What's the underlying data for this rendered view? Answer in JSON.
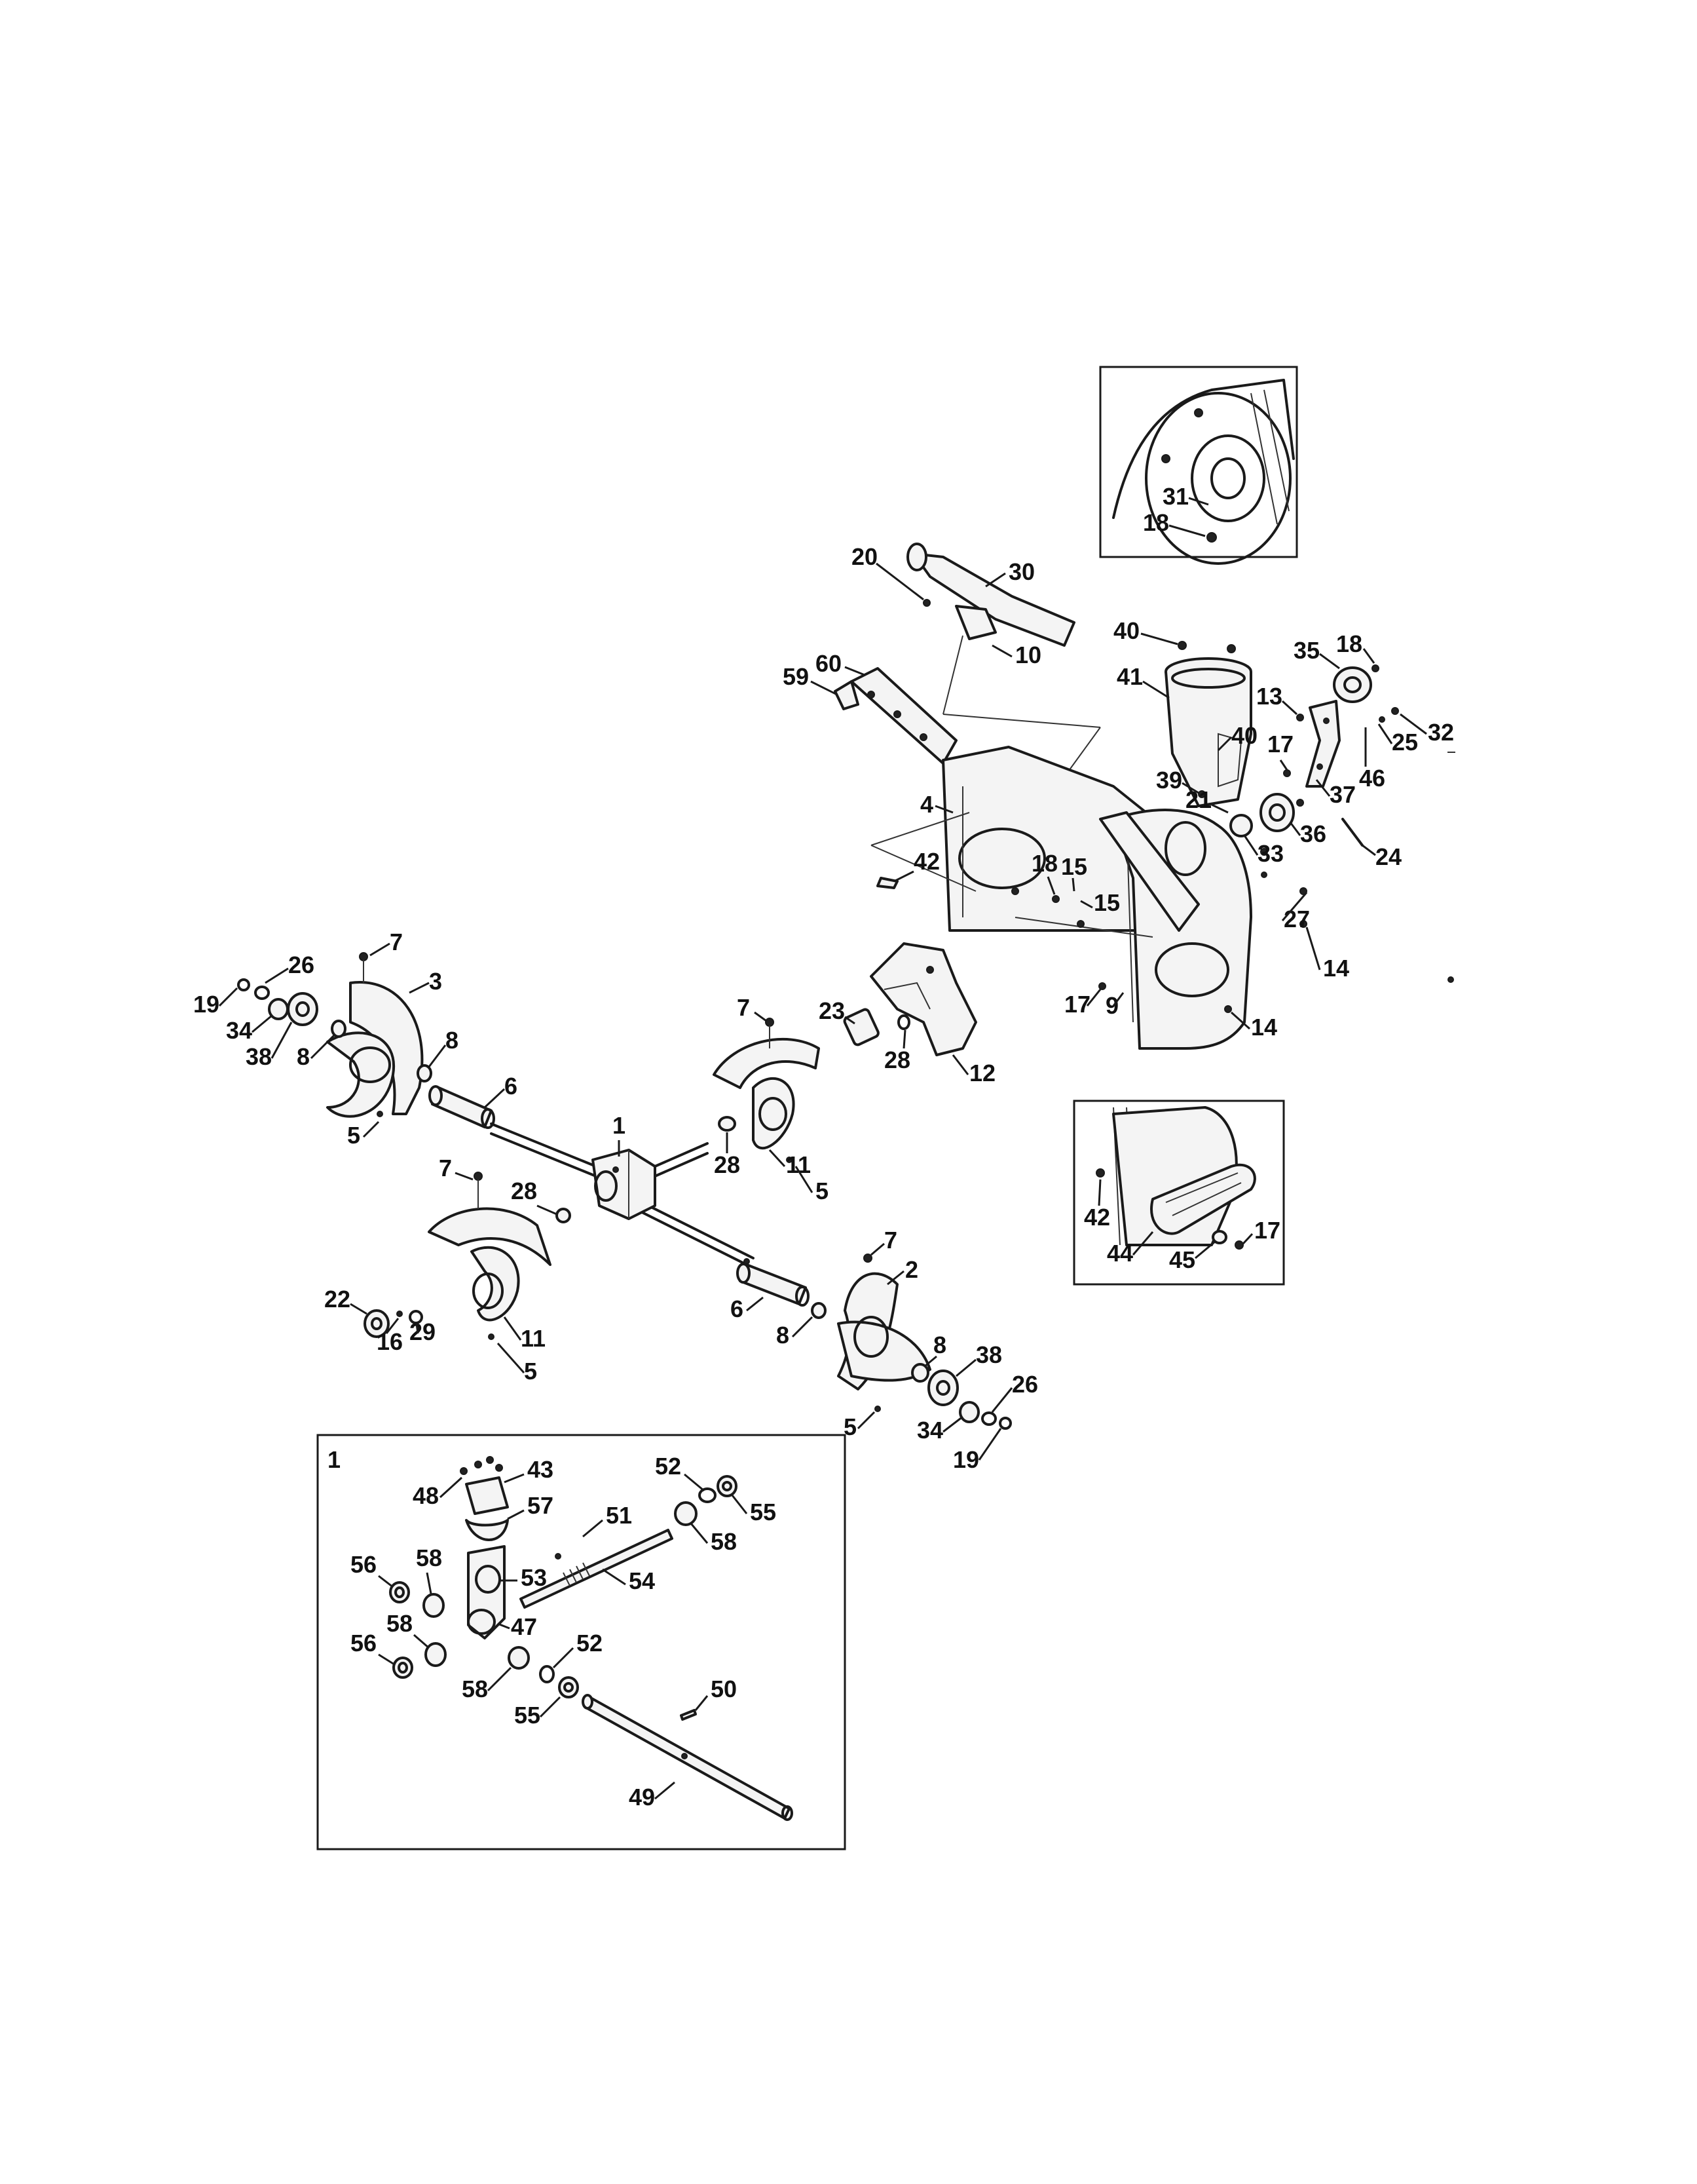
{
  "callouts": {
    "inset_top_31": "31",
    "inset_top_18": "18",
    "l20": "20",
    "l30": "30",
    "l10": "10",
    "l40a": "40",
    "l41": "41",
    "l60": "60",
    "l59": "59",
    "l35": "35",
    "l18a": "18",
    "l13": "13",
    "l40b": "40",
    "l25": "25",
    "l32": "32",
    "l17a": "17",
    "l46": "46",
    "l39": "39",
    "l21": "21",
    "l37": "37",
    "l4": "4",
    "l33": "33",
    "l36": "36",
    "l24": "24",
    "l42a": "42",
    "l18b": "18",
    "l15a": "15",
    "l15b": "15",
    "l27": "27",
    "l14a": "14",
    "l17b": "17",
    "l9": "9",
    "l14b": "14",
    "l26a": "26",
    "l7a": "7",
    "l3": "3",
    "l19a": "19",
    "l34a": "34",
    "l38a": "38",
    "l8a": "8",
    "l8b": "8",
    "l6a": "6",
    "l5a": "5",
    "l7b": "7",
    "l23": "23",
    "l28a": "28",
    "l12": "12",
    "l1": "1",
    "l28b": "28",
    "l11a": "11",
    "l5b": "5",
    "l7c": "7",
    "l28c": "28",
    "l22": "22",
    "l16": "16",
    "l29": "29",
    "l11b": "11",
    "l5c": "5",
    "l7d": "7",
    "l2": "2",
    "l6b": "6",
    "l8c": "8",
    "l8d": "8",
    "l38b": "38",
    "l26b": "26",
    "l34b": "34",
    "l19b": "19",
    "l5d": "5",
    "inset_bot_42": "42",
    "inset_bot_17": "17",
    "inset_bot_44": "44",
    "inset_bot_45": "45",
    "gb_1": "1",
    "gb_43": "43",
    "gb_48": "48",
    "gb_57": "57",
    "gb_52a": "52",
    "gb_55a": "55",
    "gb_51": "51",
    "gb_58a": "58",
    "gb_56a": "56",
    "gb_58b": "58",
    "gb_53": "53",
    "gb_54": "54",
    "gb_58c": "58",
    "gb_47": "47",
    "gb_56b": "56",
    "gb_52b": "52",
    "gb_58d": "58",
    "gb_50": "50",
    "gb_55b": "55",
    "gb_49": "49"
  }
}
